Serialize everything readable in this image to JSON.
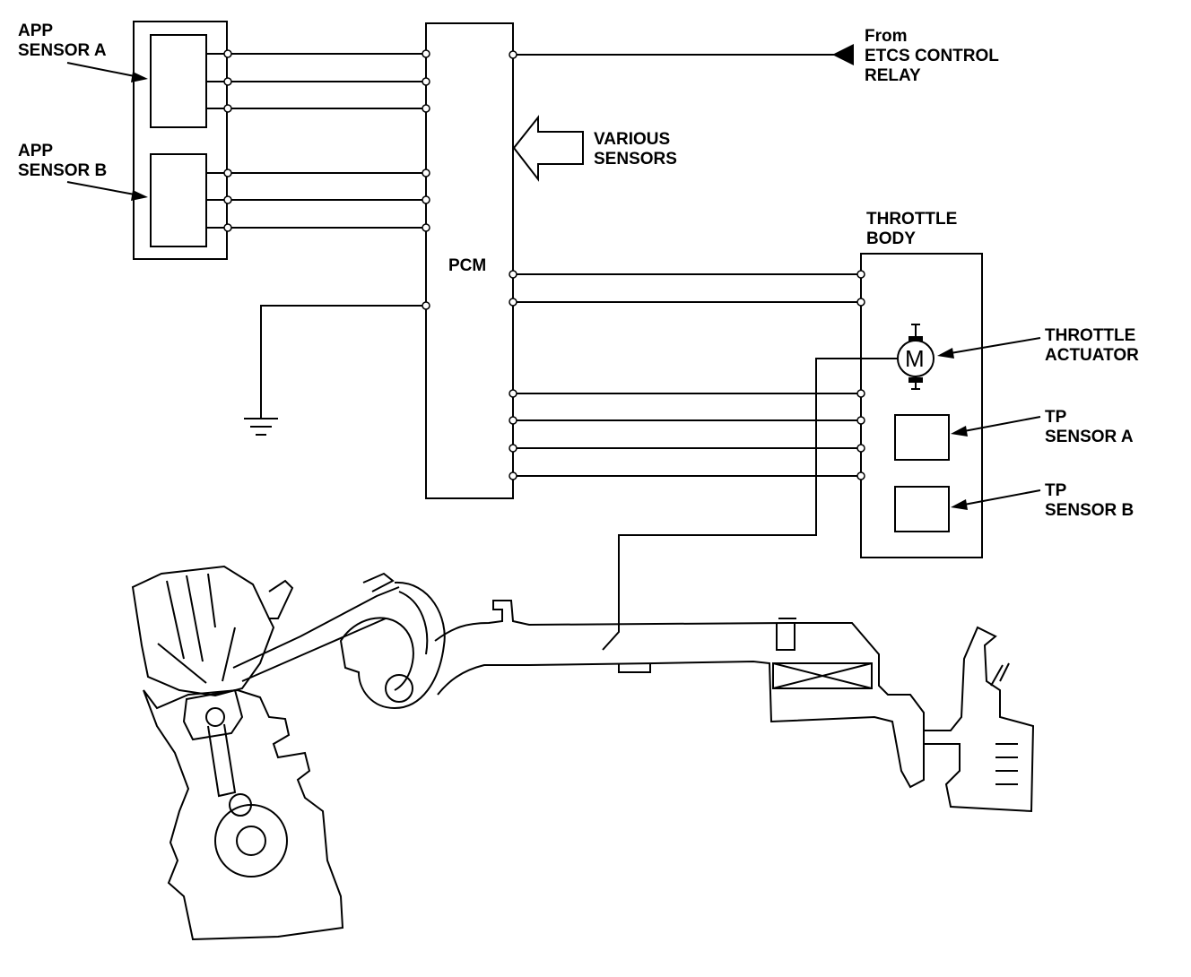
{
  "labels": {
    "app_sensor_a": [
      "APP",
      "SENSOR A"
    ],
    "app_sensor_b": [
      "APP",
      "SENSOR B"
    ],
    "pcm": "PCM",
    "from_relay": [
      "From",
      "ETCS CONTROL",
      "RELAY"
    ],
    "various_sensors": [
      "VARIOUS",
      "SENSORS"
    ],
    "throttle_body": [
      "THROTTLE",
      "BODY"
    ],
    "throttle_actuator": [
      "THROTTLE",
      "ACTUATOR"
    ],
    "tp_sensor_a": [
      "TP",
      "SENSOR A"
    ],
    "tp_sensor_b": [
      "TP",
      "SENSOR B"
    ],
    "motor_symbol": "M"
  }
}
